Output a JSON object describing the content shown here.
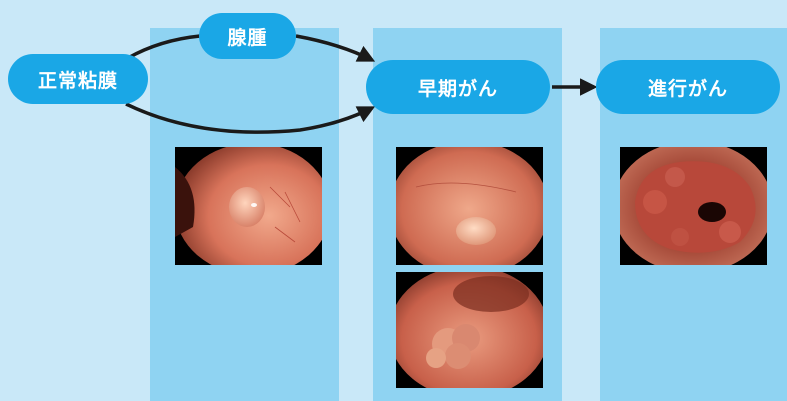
{
  "nodes": {
    "normal_mucosa": "正常粘膜",
    "adenoma": "腺腫",
    "early_cancer": "早期がん",
    "advanced_cancer": "進行がん"
  },
  "colors": {
    "background": "#c9e8f8",
    "column": "#8fd3f2",
    "pill": "#1aa7e6",
    "arrow": "#1a1a1a",
    "pill_text": "#ffffff"
  },
  "photos": [
    {
      "stage": "adenoma",
      "subject": "polyp"
    },
    {
      "stage": "early_cancer",
      "subject": "small-lesion"
    },
    {
      "stage": "early_cancer",
      "subject": "lobulated-lesion"
    },
    {
      "stage": "advanced_cancer",
      "subject": "ulcerated-tumor"
    }
  ]
}
